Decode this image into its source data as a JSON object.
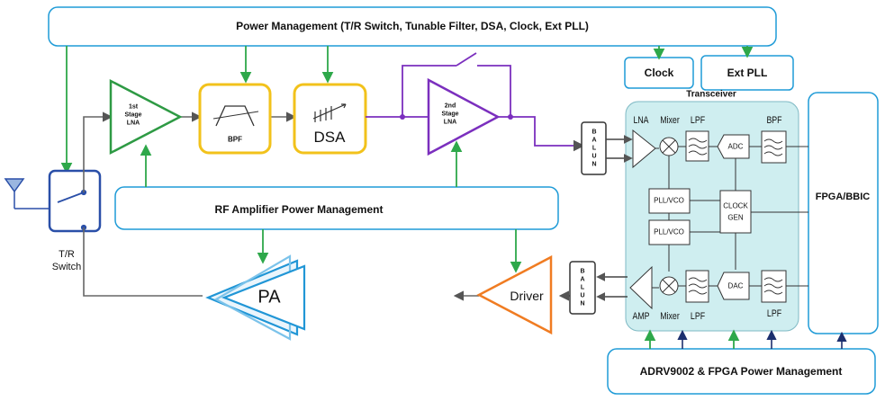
{
  "blocks": {
    "power_mgmt_top": "Power Management (T/R Switch, Tunable Filter, DSA, Clock, Ext PLL)",
    "clock": "Clock",
    "ext_pll": "Ext PLL",
    "transceiver": "Transceiver",
    "fpga_bbic": "FPGA/BBIC",
    "rf_amp_power": "RF Amplifier  Power Management",
    "adrv_power": "ADRV9002 & FPGA  Power Management",
    "tr_switch_line1": "T/R",
    "tr_switch_line2": "Switch",
    "lna1_line1": "1st",
    "lna1_line2": "Stage",
    "lna1_line3": "LNA",
    "bpf": "BPF",
    "dsa": "DSA",
    "lna2_line1": "2nd",
    "lna2_line2": "Stage",
    "lna2_line3": "LNA",
    "pa": "PA",
    "driver": "Driver",
    "balun": "BALUN"
  },
  "transceiver_blocks": {
    "rx_lna": "LNA",
    "rx_mixer": "Mixer",
    "rx_lpf": "LPF",
    "rx_bpf": "BPF",
    "adc": "ADC",
    "pll_vco_1": "PLL/VCO",
    "pll_vco_2": "PLL/VCO",
    "clock_gen_line1": "CLOCK",
    "clock_gen_line2": "GEN",
    "dac": "DAC",
    "tx_amp": "AMP",
    "tx_mixer": "Mixer",
    "tx_lpf": "LPF",
    "tx_lpf2": "LPF"
  },
  "colors": {
    "box_border": "#1f9bd7",
    "green_arrow": "#2ea84a",
    "gold": "#f2c21b",
    "purple": "#7b2fbe",
    "orange": "#f07c22",
    "lna_green": "#2e9a44",
    "transceiver_fill": "#cfeef0",
    "navy": "#1c2f6e",
    "gray_line": "#666666",
    "switch_blue": "#2a4fa8"
  }
}
